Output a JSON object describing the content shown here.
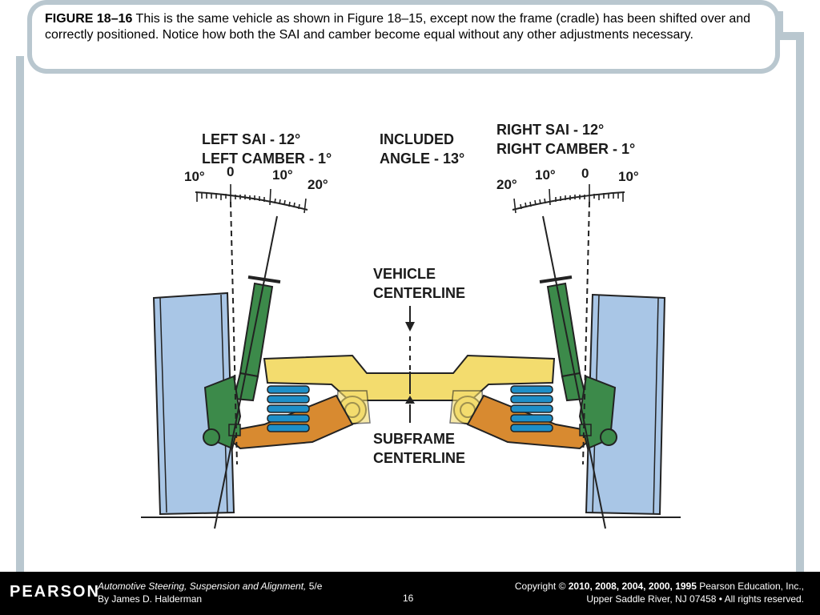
{
  "caption": {
    "figure_label": "FIGURE 18–16",
    "text": "This is the same vehicle as shown in Figure 18–15, except now the frame (cradle) has been shifted over and correctly positioned. Notice how both the SAI and camber become equal without any other adjustments necessary."
  },
  "diagram": {
    "left_sai": "LEFT SAI - 12°",
    "left_camber": "LEFT CAMBER - 1°",
    "included_1": "INCLUDED",
    "included_2": "ANGLE - 13°",
    "right_sai": "RIGHT SAI - 12°",
    "right_camber": "RIGHT CAMBER - 1°",
    "vehicle_cl_1": "VEHICLE",
    "vehicle_cl_2": "CENTERLINE",
    "subframe_cl_1": "SUBFRAME",
    "subframe_cl_2": "CENTERLINE",
    "left_scale": [
      "10°",
      "0",
      "10°",
      "20°"
    ],
    "right_scale": [
      "20°",
      "10°",
      "0",
      "10°"
    ]
  },
  "footer": {
    "logo": "PEARSON",
    "book_title": "Automotive Steering, Suspension and Alignment,",
    "book_edition": " 5/e",
    "author": "By James D. Halderman",
    "page": "16",
    "copyright_prefix": "Copyright © ",
    "copyright_years": "2010, 2008, 2004, 2000, 1995",
    "copyright_suffix": " Pearson Education, Inc.,",
    "address": "Upper Saddle River, NJ 07458 • All rights reserved."
  },
  "colors": {
    "tire": "#a9c6e6",
    "frame": "#f3dc6e",
    "spring": "#1e8fc8",
    "arm": "#d88a30",
    "strut": "#3c8a4a",
    "border": "#b9c7cf"
  }
}
